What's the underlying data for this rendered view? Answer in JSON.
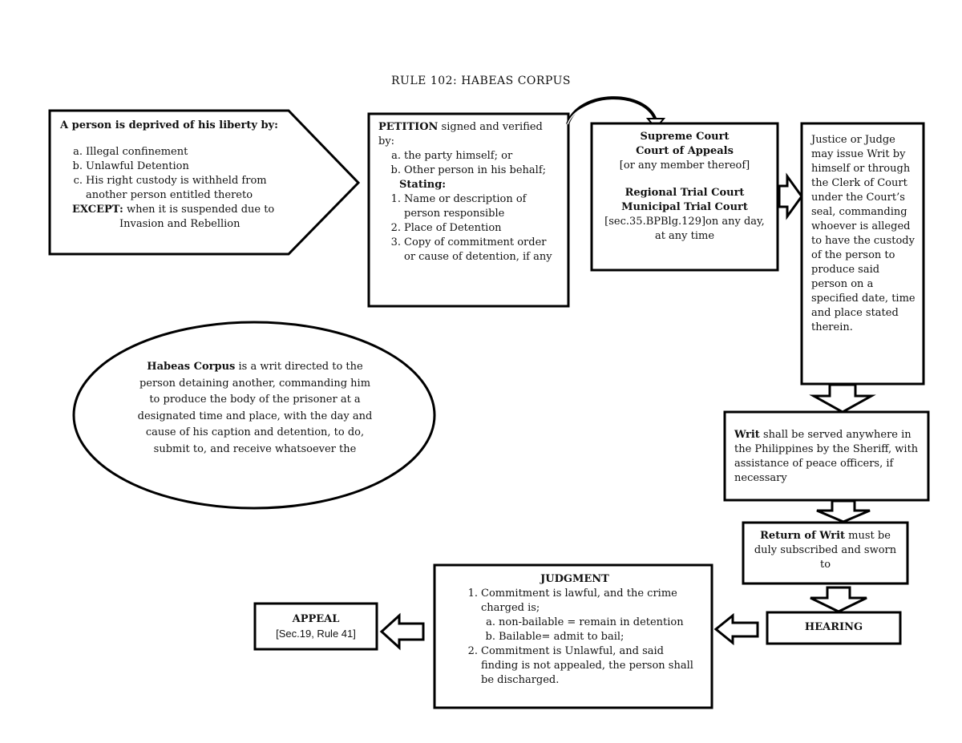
{
  "title": "RULE 102: HABEAS CORPUS",
  "deprived": {
    "heading": "A person is deprived of his liberty by:",
    "items": [
      {
        "marker": "a.",
        "text": "Illegal confinement"
      },
      {
        "marker": "b.",
        "text": "Unlawful  Detention"
      },
      {
        "marker": "c.",
        "text": "His right custody is withheld from another person entitled thereto"
      }
    ],
    "except_label": "EXCEPT:",
    "except_text": " when it is suspended due to",
    "except_text2": "Invasion and Rebellion"
  },
  "petition": {
    "label": "PETITION",
    "text": " signed and verified by:",
    "items": [
      {
        "marker": "a.",
        "text": "the party himself; or"
      },
      {
        "marker": "b.",
        "text": "Other person in his behalf;"
      }
    ],
    "stating_label": "Stating:",
    "stating_items": [
      {
        "marker": "1.",
        "text": "Name or description of person responsible"
      },
      {
        "marker": "2.",
        "text": "Place of Detention"
      },
      {
        "marker": "3.",
        "text": "Copy of commitment order or cause of detention, if any"
      }
    ]
  },
  "courts": {
    "line1": "Supreme Court",
    "line2": "Court of Appeals",
    "line3": "[or any member thereof]",
    "line4": "Regional Trial Court",
    "line5": "Municipal Trial Court",
    "line6": "[sec.35.BPBlg.129]on any day, at any time"
  },
  "justice": {
    "text": "Justice or Judge may issue Writ by himself or through the Clerk of Court under the Court’s seal, commanding whoever is alleged to have the custody of the person to produce said person on a specified date, time and place stated therein."
  },
  "writ": {
    "label": "Writ",
    "text": " shall be served anywhere in the Philippines by the Sheriff, with assistance of peace officers, if necessary"
  },
  "return_writ": {
    "label": "Return of Writ",
    "text": " must be duly subscribed and sworn to"
  },
  "hearing": {
    "label": "HEARING"
  },
  "judgment": {
    "label": "JUDGMENT",
    "item1_marker": "1.",
    "item1": "Commitment is lawful, and the crime charged is;",
    "sub": [
      {
        "marker": "a.",
        "text": "non-bailable = remain in detention"
      },
      {
        "marker": "b.",
        "text": "Bailable= admit to bail;"
      }
    ],
    "item2_marker": "2.",
    "item2": "Commitment is Unlawful, and said finding is not appealed, the person shall be discharged."
  },
  "appeal": {
    "label": "APPEAL",
    "ref": "[Sec.19, Rule 41]"
  },
  "definition": {
    "label": "Habeas Corpus",
    "text": " is a writ directed to the person detaining another, commanding him to produce the body of the prisoner at a designated time and place, with the day and cause of his caption and detention, to do, submit to, and receive whatsoever the"
  }
}
